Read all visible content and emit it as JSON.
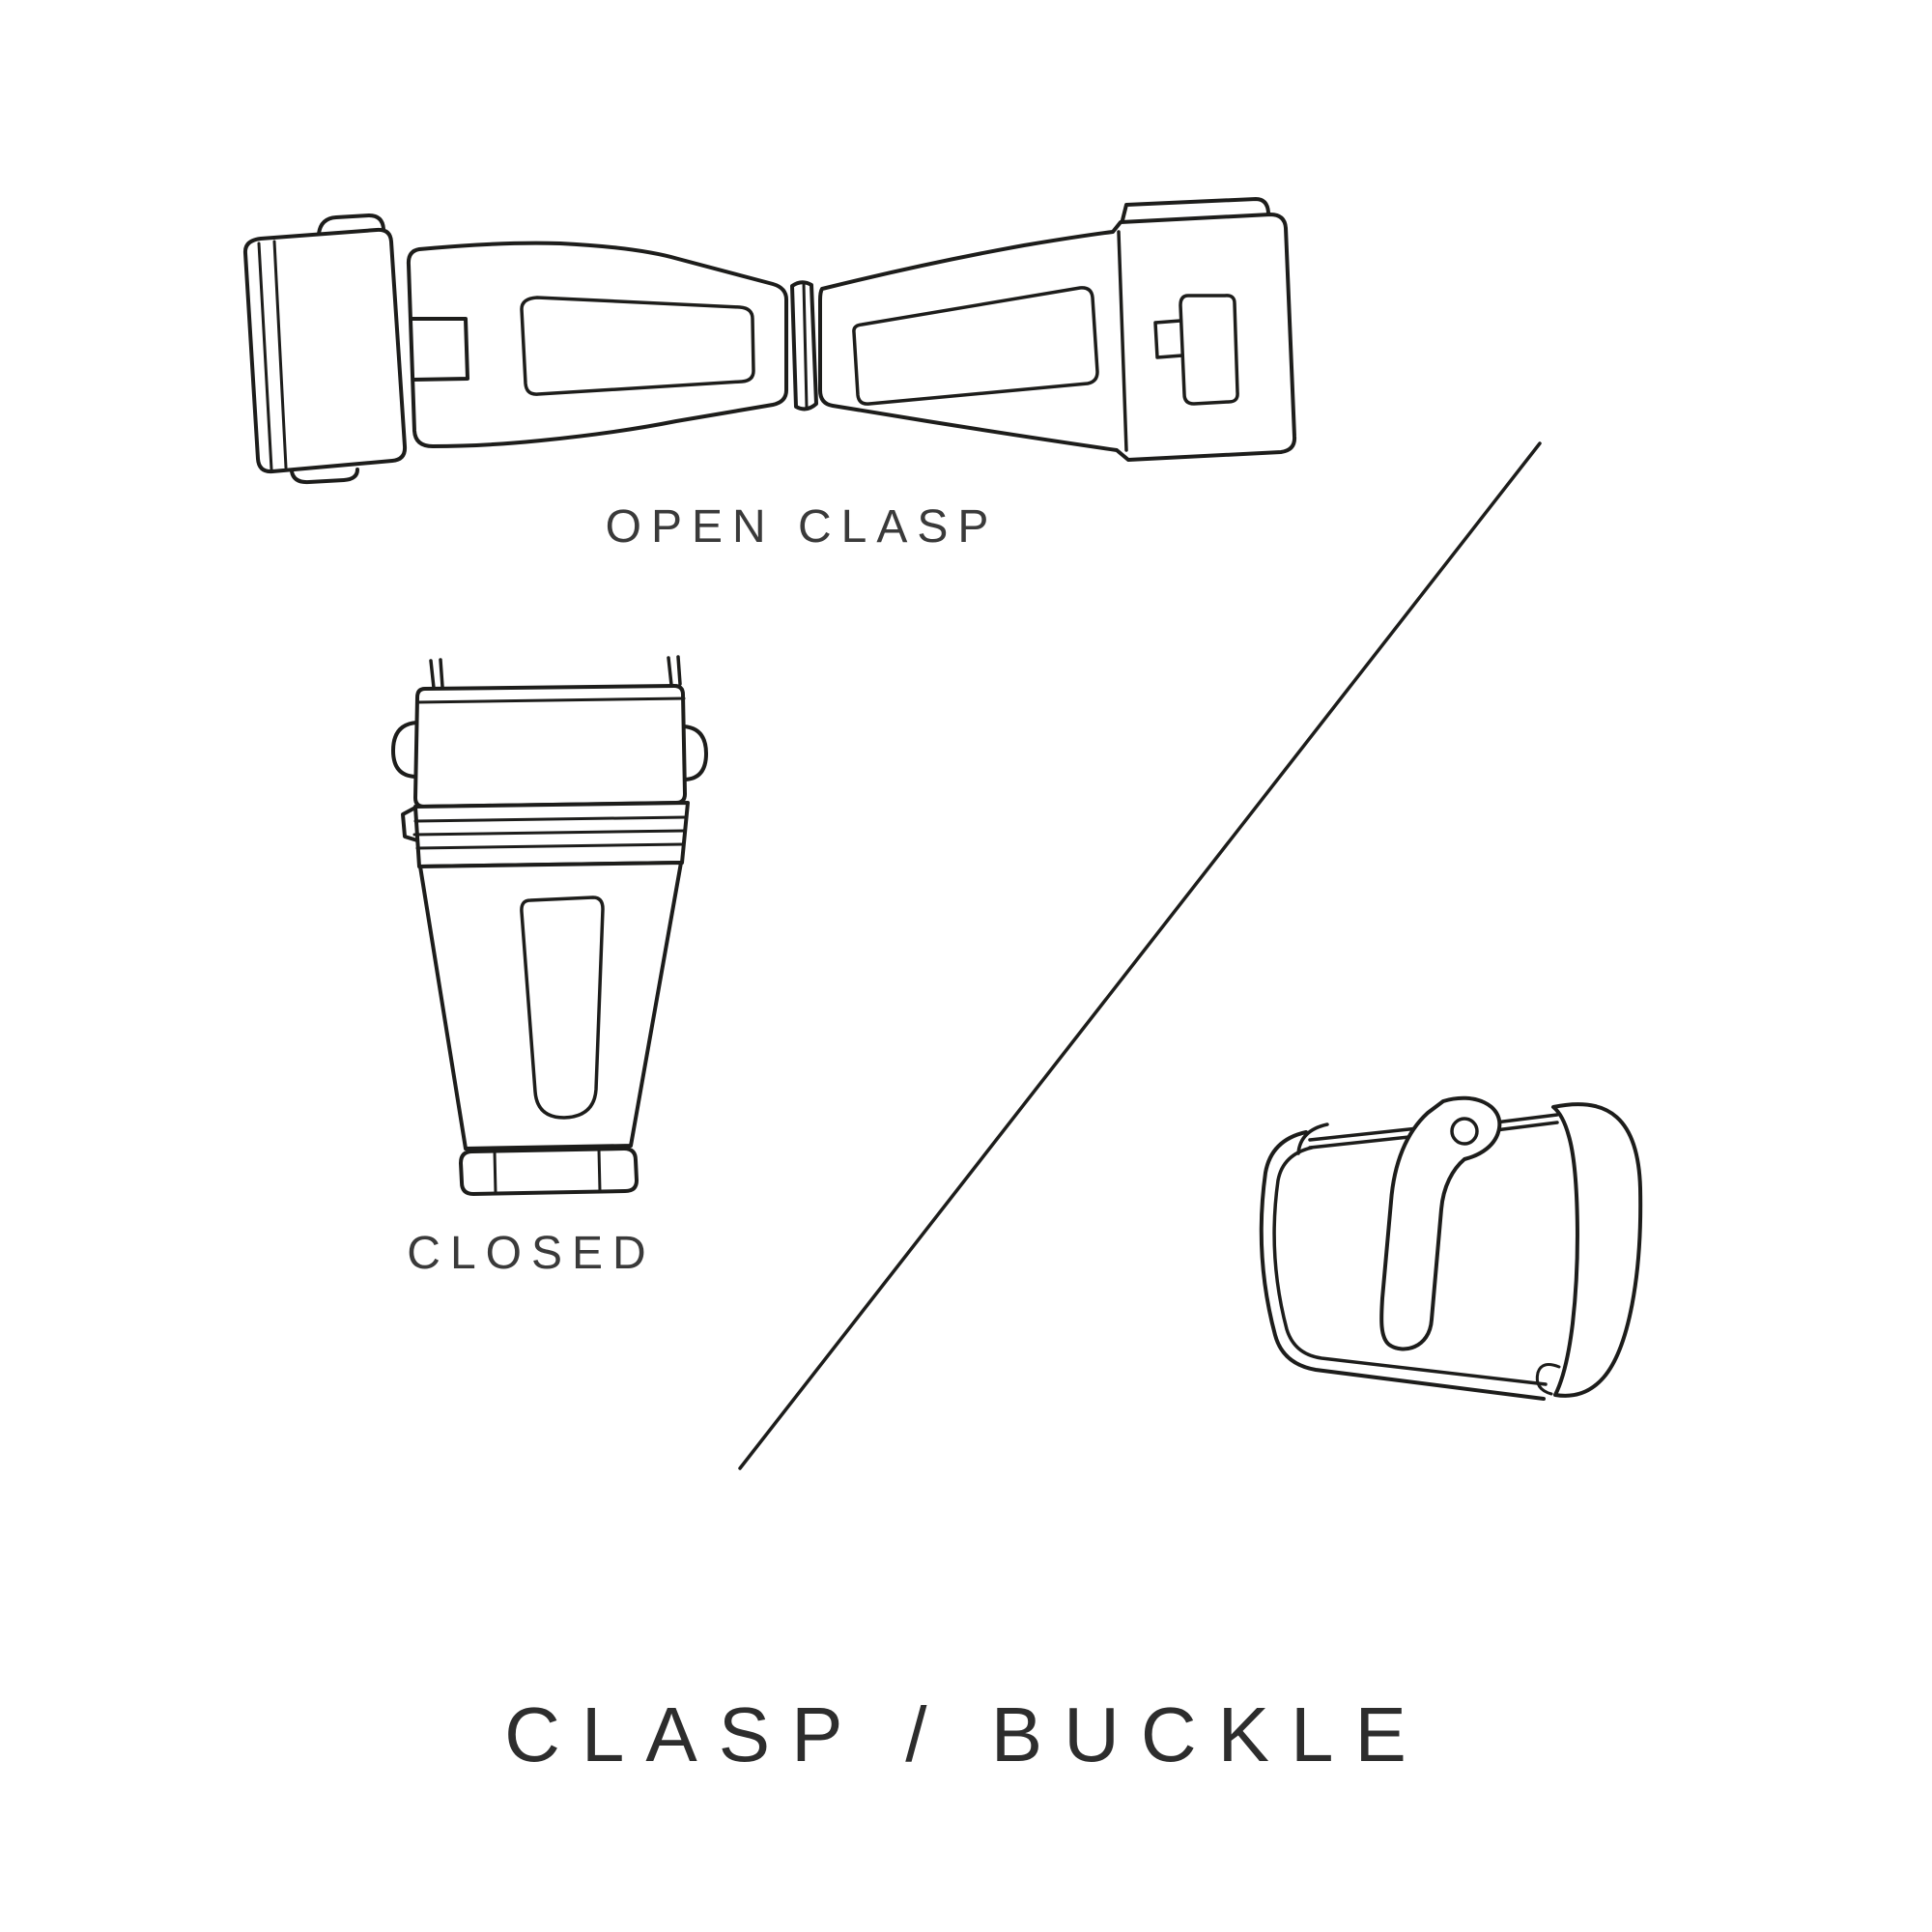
{
  "document": {
    "type": "watch-strap-hardware-line-diagram",
    "background_color": "#ffffff",
    "line_color": "#1d1d1b",
    "text_color": "#3a3a3a",
    "title": "CLASP / BUCKLE"
  },
  "illustrations": {
    "open_clasp": {
      "name": "open-clasp",
      "caption": "OPEN CLASP"
    },
    "closed_clasp": {
      "name": "closed-clasp",
      "caption": "CLOSED"
    },
    "tang_buckle": {
      "name": "tang-buckle"
    }
  },
  "divider": {
    "name": "diagonal-divider-line"
  }
}
